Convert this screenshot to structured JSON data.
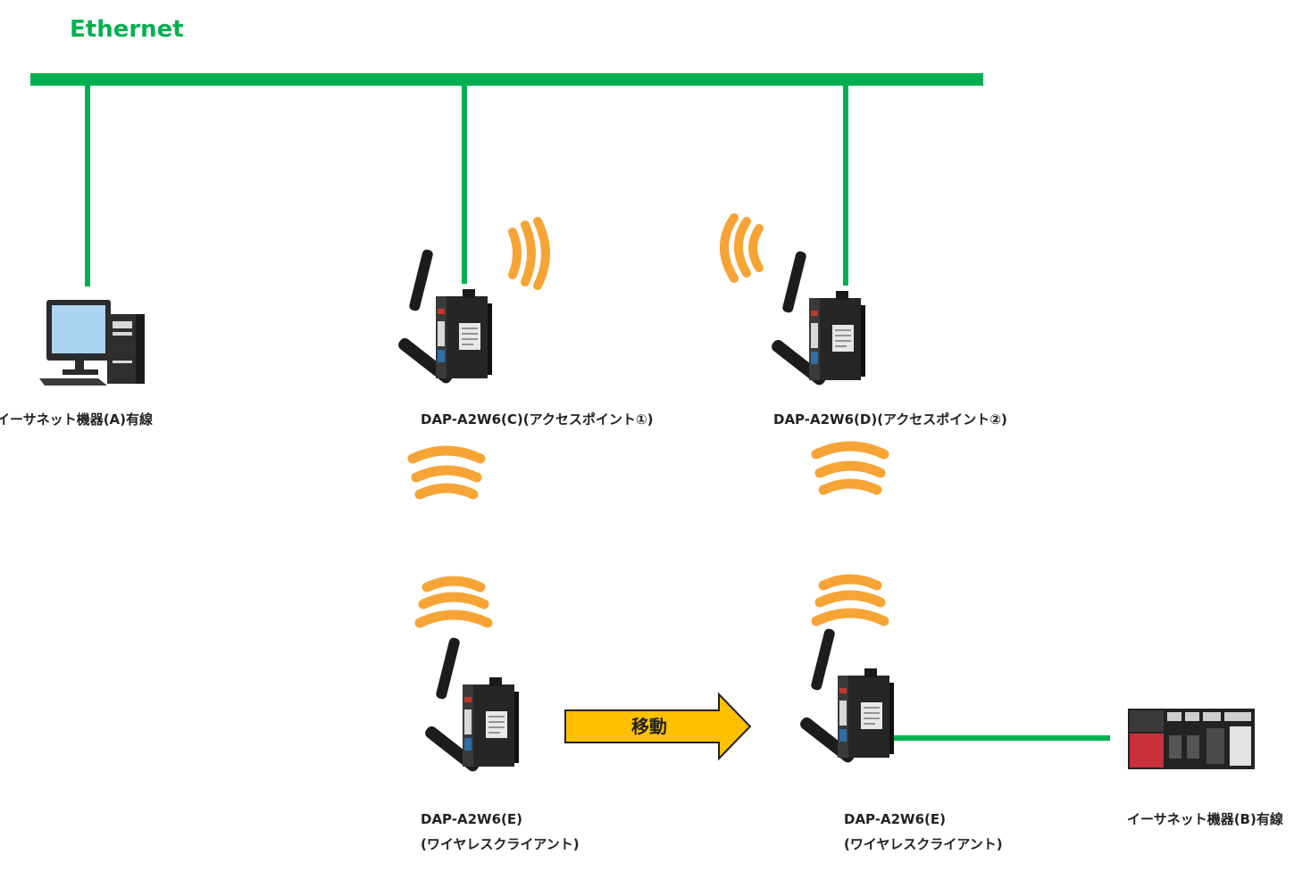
{
  "network": {
    "label": "Ethernet",
    "line_color": "#00b050"
  },
  "wave_color": "#f7a436",
  "arrow": {
    "label": "移動",
    "fill": "#ffc000"
  },
  "devices": {
    "device_a": {
      "label": "イーサネット機器(A)有線",
      "icon": "desktop-pc-icon"
    },
    "ap1": {
      "label": "DAP-A2W6(C)(アクセスポイント①)",
      "icon": "wireless-router-icon"
    },
    "ap2": {
      "label": "DAP-A2W6(D)(アクセスポイント②)",
      "icon": "wireless-router-icon"
    },
    "client1": {
      "line1": "DAP-A2W6(E)",
      "line2": "(ワイヤレスクライアント)",
      "icon": "wireless-router-icon"
    },
    "client2": {
      "line1": "DAP-A2W6(E)",
      "line2": "(ワイヤレスクライアント)",
      "icon": "wireless-router-icon"
    },
    "device_b": {
      "label": "イーサネット機器(B)有線",
      "icon": "plc-module-icon"
    }
  }
}
